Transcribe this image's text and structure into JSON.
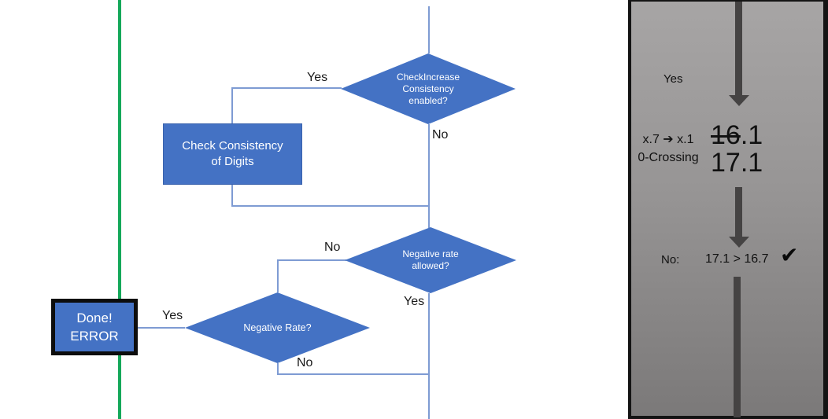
{
  "flowchart": {
    "decision_check_increase": {
      "line1": "CheckIncrease",
      "line2": "Consistency",
      "line3": "enabled?"
    },
    "process_check_consistency": {
      "line1": "Check Consistency",
      "line2": "of Digits"
    },
    "decision_negative_rate_allowed": {
      "line1": "Negative rate",
      "line2": "allowed?"
    },
    "decision_negative_rate": {
      "label": "Negative Rate?"
    },
    "terminal_done_error": {
      "line1": "Done!",
      "line2": "ERROR"
    },
    "branch_labels": {
      "check_increase_yes": "Yes",
      "check_increase_no": "No",
      "neg_rate_allowed_no": "No",
      "neg_rate_allowed_yes": "Yes",
      "negative_rate_yes": "Yes",
      "negative_rate_no": "No"
    }
  },
  "side_panel": {
    "yes_label": "Yes",
    "rule": {
      "line1": "x.7 ➔ x.1",
      "line2": "0-Crossing"
    },
    "old_value_struck": "16",
    "old_value_rest": ".1",
    "new_value": "17.1",
    "result_label": "No:",
    "comparison": "17.1 > 16.7",
    "checkmark": "✔"
  },
  "colors": {
    "shape_blue": "#4472C4",
    "connector_blue": "#7E9BD3",
    "green_line": "#15A85A",
    "arrow_gray": "#454343",
    "panel_border": "#141414"
  }
}
